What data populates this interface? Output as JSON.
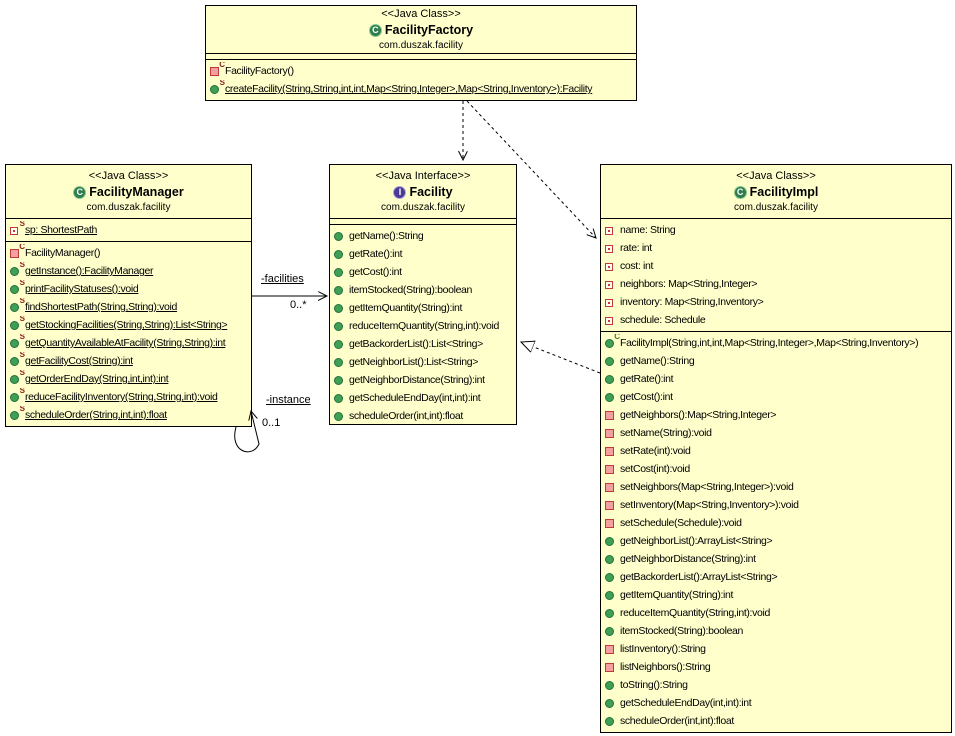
{
  "diagram": {
    "box_fill": "#ffffcc",
    "border_color": "#000000",
    "public_icon_color": "#3fa055",
    "private_icon_color": "#c03a3a",
    "class_icon_color": "#2e7d4e",
    "interface_icon_color": "#4a3c96"
  },
  "classes": [
    {
      "id": "facility-factory",
      "stereotype": "<<Java Class>>",
      "icon_letter": "C",
      "kind": "class",
      "name": "FacilityFactory",
      "package": "com.duszak.facility",
      "fields": [],
      "methods": [
        {
          "text": "FacilityFactory()",
          "visibility": "private",
          "sup": "C",
          "static": false
        },
        {
          "text": "createFacility(String,String,int,int,Map<String,Integer>,Map<String,Inventory>):Facility",
          "visibility": "public",
          "sup": "S",
          "static": true
        }
      ]
    },
    {
      "id": "facility-manager",
      "stereotype": "<<Java Class>>",
      "icon_letter": "C",
      "kind": "class",
      "name": "FacilityManager",
      "package": "com.duszak.facility",
      "fields": [
        {
          "text": "sp: ShortestPath",
          "visibility": "private",
          "sup": "S",
          "static": true
        }
      ],
      "methods": [
        {
          "text": "FacilityManager()",
          "visibility": "private",
          "sup": "C",
          "static": false
        },
        {
          "text": "getInstance():FacilityManager",
          "visibility": "public",
          "sup": "S",
          "static": true
        },
        {
          "text": "printFacilityStatuses():void",
          "visibility": "public",
          "sup": "S",
          "static": true
        },
        {
          "text": "findShortestPath(String,String):void",
          "visibility": "public",
          "sup": "S",
          "static": true
        },
        {
          "text": "getStockingFacilities(String,String):List<String>",
          "visibility": "public",
          "sup": "S",
          "static": true
        },
        {
          "text": "getQuantityAvailableAtFacility(String,String):int",
          "visibility": "public",
          "sup": "S",
          "static": true
        },
        {
          "text": "getFacilityCost(String):int",
          "visibility": "public",
          "sup": "S",
          "static": true
        },
        {
          "text": "getOrderEndDay(String,int,int):int",
          "visibility": "public",
          "sup": "S",
          "static": true
        },
        {
          "text": "reduceFacilityInventory(String,String,int):void",
          "visibility": "public",
          "sup": "S",
          "static": true
        },
        {
          "text": "scheduleOrder(String,int,int):float",
          "visibility": "public",
          "sup": "S",
          "static": true
        }
      ]
    },
    {
      "id": "facility-interface",
      "stereotype": "<<Java Interface>>",
      "icon_letter": "I",
      "kind": "interface",
      "name": "Facility",
      "package": "com.duszak.facility",
      "fields": [],
      "methods": [
        {
          "text": "getName():String",
          "visibility": "public",
          "sup": null,
          "static": false
        },
        {
          "text": "getRate():int",
          "visibility": "public",
          "sup": null,
          "static": false
        },
        {
          "text": "getCost():int",
          "visibility": "public",
          "sup": null,
          "static": false
        },
        {
          "text": "itemStocked(String):boolean",
          "visibility": "public",
          "sup": null,
          "static": false
        },
        {
          "text": "getItemQuantity(String):int",
          "visibility": "public",
          "sup": null,
          "static": false
        },
        {
          "text": "reduceItemQuantity(String,int):void",
          "visibility": "public",
          "sup": null,
          "static": false
        },
        {
          "text": "getBackorderList():List<String>",
          "visibility": "public",
          "sup": null,
          "static": false
        },
        {
          "text": "getNeighborList():List<String>",
          "visibility": "public",
          "sup": null,
          "static": false
        },
        {
          "text": "getNeighborDistance(String):int",
          "visibility": "public",
          "sup": null,
          "static": false
        },
        {
          "text": "getScheduleEndDay(int,int):int",
          "visibility": "public",
          "sup": null,
          "static": false
        },
        {
          "text": "scheduleOrder(int,int):float",
          "visibility": "public",
          "sup": null,
          "static": false
        }
      ]
    },
    {
      "id": "facility-impl",
      "stereotype": "<<Java Class>>",
      "icon_letter": "C",
      "kind": "class",
      "name": "FacilityImpl",
      "package": "com.duszak.facility",
      "fields": [
        {
          "text": "name: String",
          "visibility": "private",
          "sup": null,
          "static": false
        },
        {
          "text": "rate: int",
          "visibility": "private",
          "sup": null,
          "static": false
        },
        {
          "text": "cost: int",
          "visibility": "private",
          "sup": null,
          "static": false
        },
        {
          "text": "neighbors: Map<String,Integer>",
          "visibility": "private",
          "sup": null,
          "static": false
        },
        {
          "text": "inventory: Map<String,Inventory>",
          "visibility": "private",
          "sup": null,
          "static": false
        },
        {
          "text": "schedule: Schedule",
          "visibility": "private",
          "sup": null,
          "static": false
        }
      ],
      "methods": [
        {
          "text": "FacilityImpl(String,int,int,Map<String,Integer>,Map<String,Inventory>)",
          "visibility": "public",
          "sup": "C",
          "static": false
        },
        {
          "text": "getName():String",
          "visibility": "public",
          "sup": null,
          "static": false
        },
        {
          "text": "getRate():int",
          "visibility": "public",
          "sup": null,
          "static": false
        },
        {
          "text": "getCost():int",
          "visibility": "public",
          "sup": null,
          "static": false
        },
        {
          "text": "getNeighbors():Map<String,Integer>",
          "visibility": "private",
          "sup": null,
          "static": false
        },
        {
          "text": "setName(String):void",
          "visibility": "private",
          "sup": null,
          "static": false
        },
        {
          "text": "setRate(int):void",
          "visibility": "private",
          "sup": null,
          "static": false
        },
        {
          "text": "setCost(int):void",
          "visibility": "private",
          "sup": null,
          "static": false
        },
        {
          "text": "setNeighbors(Map<String,Integer>):void",
          "visibility": "private",
          "sup": null,
          "static": false
        },
        {
          "text": "setInventory(Map<String,Inventory>):void",
          "visibility": "private",
          "sup": null,
          "static": false
        },
        {
          "text": "setSchedule(Schedule):void",
          "visibility": "private",
          "sup": null,
          "static": false
        },
        {
          "text": "getNeighborList():ArrayList<String>",
          "visibility": "public",
          "sup": null,
          "static": false
        },
        {
          "text": "getNeighborDistance(String):int",
          "visibility": "public",
          "sup": null,
          "static": false
        },
        {
          "text": "getBackorderList():ArrayList<String>",
          "visibility": "public",
          "sup": null,
          "static": false
        },
        {
          "text": "getItemQuantity(String):int",
          "visibility": "public",
          "sup": null,
          "static": false
        },
        {
          "text": "reduceItemQuantity(String,int):void",
          "visibility": "public",
          "sup": null,
          "static": false
        },
        {
          "text": "itemStocked(String):boolean",
          "visibility": "public",
          "sup": null,
          "static": false
        },
        {
          "text": "listInventory():String",
          "visibility": "private",
          "sup": null,
          "static": false
        },
        {
          "text": "listNeighbors():String",
          "visibility": "private",
          "sup": null,
          "static": false
        },
        {
          "text": "toString():String",
          "visibility": "public",
          "sup": null,
          "static": false
        },
        {
          "text": "getScheduleEndDay(int,int):int",
          "visibility": "public",
          "sup": null,
          "static": false
        },
        {
          "text": "scheduleOrder(int,int):float",
          "visibility": "public",
          "sup": null,
          "static": false
        }
      ]
    }
  ],
  "connectors": {
    "facilities_label": "-facilities",
    "facilities_multiplicity": "0..*",
    "instance_label": "-instance",
    "instance_multiplicity": "0..1"
  }
}
